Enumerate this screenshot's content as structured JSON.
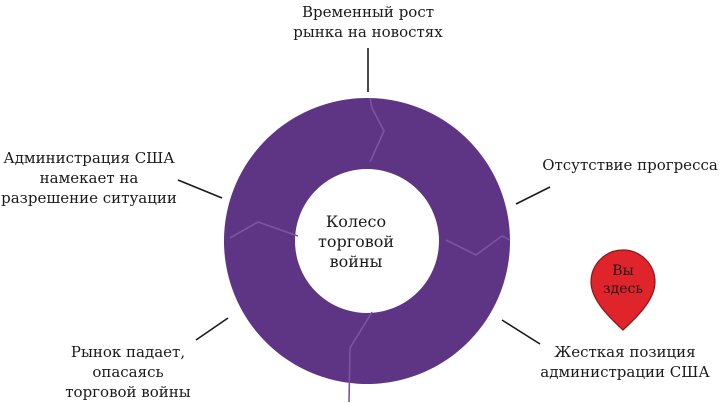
{
  "center": {
    "text": "Колесо\nторговой\nвойны"
  },
  "stages": [
    {
      "id": "top",
      "text": "Временный рост\nрынка на новостях"
    },
    {
      "id": "right",
      "text": "Отсутствие прогресса"
    },
    {
      "id": "br",
      "text": "Жесткая позиция\nадминистрации США"
    },
    {
      "id": "bl",
      "text": "Рынок падает,\nопасаясь\nторговой войны"
    },
    {
      "id": "left",
      "text": "Администрация США\nнамекает на\nразрешение ситуации"
    }
  ],
  "marker": {
    "text": "Вы\nздесь"
  },
  "colors": {
    "ring": "#5e3585",
    "ring_seam": "#7a55a0",
    "marker_fill": "#e0242b",
    "marker_stroke": "#8a1518",
    "leader": "#1a1a1a"
  }
}
